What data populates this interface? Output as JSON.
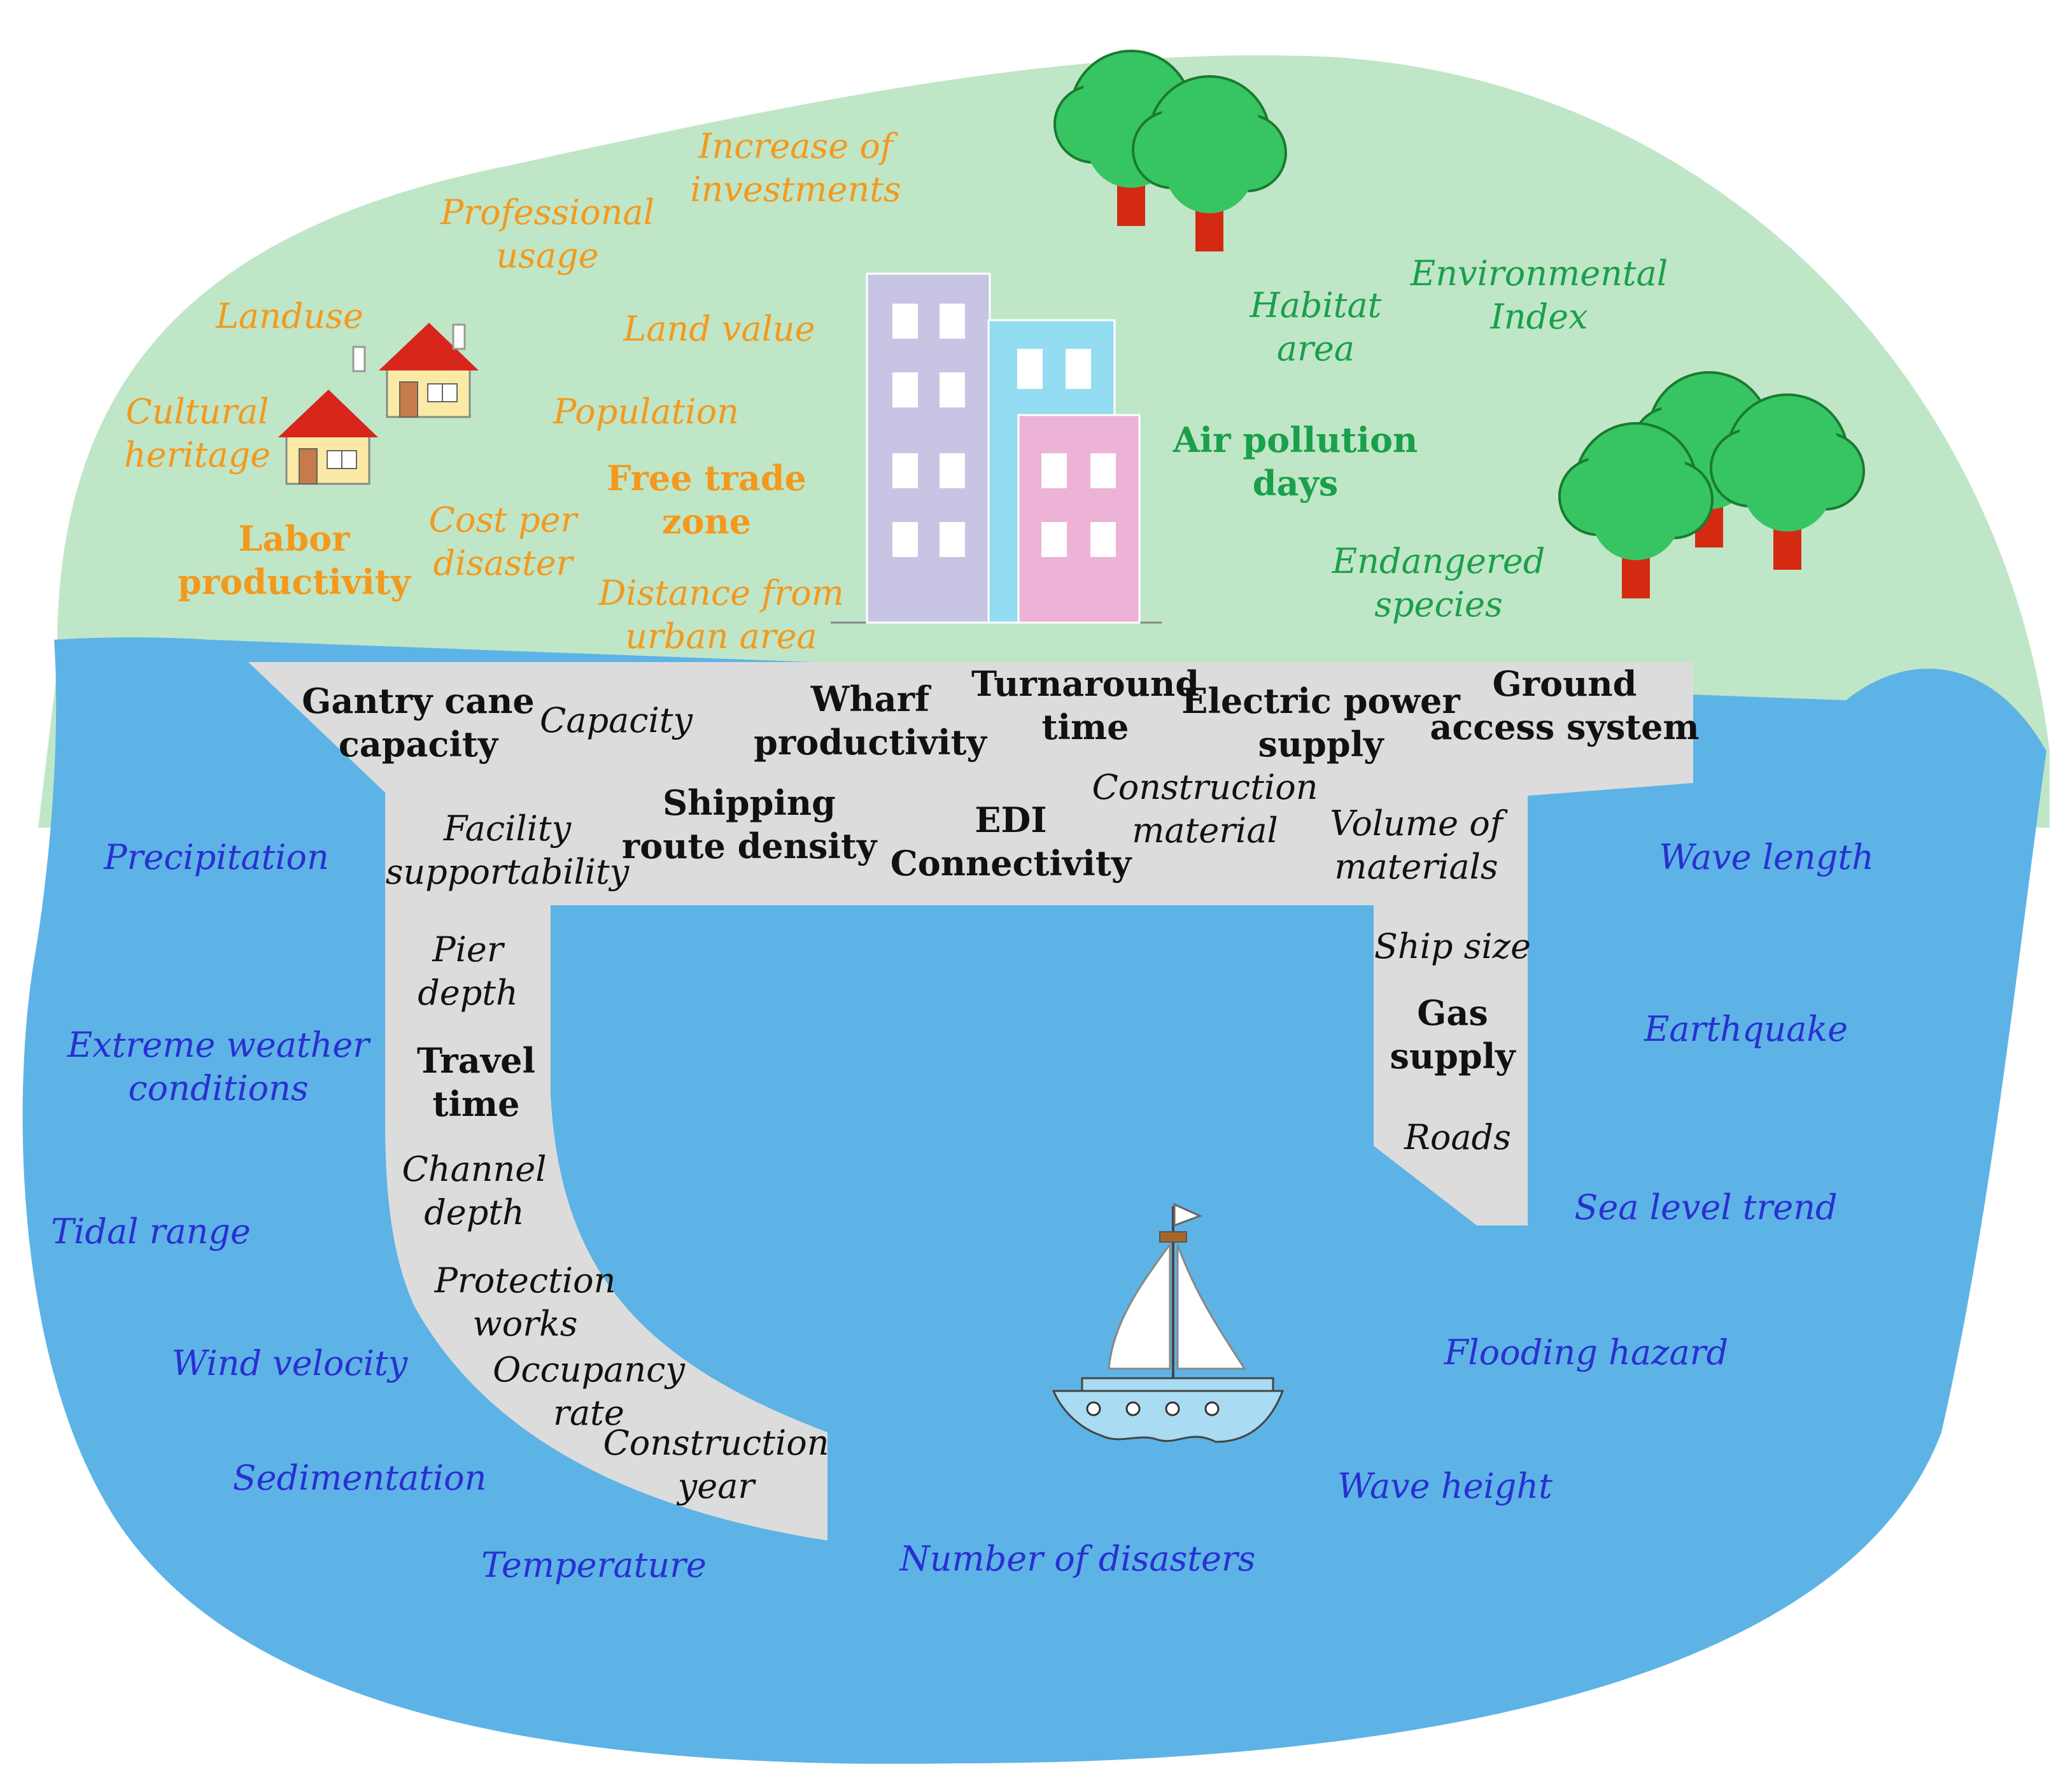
{
  "colors": {
    "land": "#c0e6c8",
    "water": "#5db3e6",
    "port": "#dcdcdc",
    "socioeconomic_text": "#f39a1e",
    "environmental_text": "#1aa04a",
    "port_text": "#111111",
    "hazard_text": "#2a2fd0"
  },
  "icons": [
    "house-icon",
    "tree-icon",
    "building-icon",
    "sailboat-icon"
  ],
  "labels": {
    "increase_of_investments": [
      "Increase of",
      "investments"
    ],
    "professional_usage": [
      "Professional",
      "usage"
    ],
    "landuse": [
      "Landuse"
    ],
    "land_value": [
      "Land value"
    ],
    "cultural_heritage": [
      "Cultural",
      "heritage"
    ],
    "population": [
      "Population"
    ],
    "free_trade_zone": [
      "Free trade",
      "zone"
    ],
    "labor_productivity": [
      "Labor",
      "productivity"
    ],
    "cost_per_disaster": [
      "Cost per",
      "disaster"
    ],
    "distance_from_urban_area": [
      "Distance from",
      "urban area"
    ],
    "habitat_area": [
      "Habitat",
      "area"
    ],
    "environmental_index": [
      "Environmental",
      "Index"
    ],
    "air_pollution_days": [
      "Air pollution",
      "days"
    ],
    "endangered_species": [
      "Endangered",
      "species"
    ],
    "gantry_cane_capacity": [
      "Gantry cane",
      "capacity"
    ],
    "capacity": [
      "Capacity"
    ],
    "wharf_productivity": [
      "Wharf",
      "productivity"
    ],
    "turnaround_time": [
      "Turnaround",
      "time"
    ],
    "electric_power_supply": [
      "Electric power",
      "supply"
    ],
    "ground_access_system": [
      "Ground",
      "access system"
    ],
    "facility_supportability": [
      "Facility",
      "supportability"
    ],
    "shipping_route_density": [
      "Shipping",
      "route density"
    ],
    "edi_connectivity": [
      "EDI",
      "Connectivity"
    ],
    "construction_material": [
      "Construction",
      "material"
    ],
    "volume_of_materials": [
      "Volume of",
      "materials"
    ],
    "pier_depth": [
      "Pier",
      "depth"
    ],
    "travel_time": [
      "Travel",
      "time"
    ],
    "channel_depth": [
      "Channel",
      "depth"
    ],
    "protection_works": [
      "Protection",
      "works"
    ],
    "occupancy_rate": [
      "Occupancy",
      "rate"
    ],
    "construction_year": [
      "Construction",
      "year"
    ],
    "ship_size": [
      "Ship size"
    ],
    "gas_supply": [
      "Gas",
      "supply"
    ],
    "roads": [
      "Roads"
    ],
    "precipitation": [
      "Precipitation"
    ],
    "extreme_weather_conditions": [
      "Extreme weather",
      "conditions"
    ],
    "tidal_range": [
      "Tidal range"
    ],
    "wind_velocity": [
      "Wind velocity"
    ],
    "sedimentation": [
      "Sedimentation"
    ],
    "temperature": [
      "Temperature"
    ],
    "number_of_disasters": [
      "Number of disasters"
    ],
    "wave_height": [
      "Wave height"
    ],
    "flooding_hazard": [
      "Flooding hazard"
    ],
    "sea_level_trend": [
      "Sea level trend"
    ],
    "earthquake": [
      "Earthquake"
    ],
    "wave_length": [
      "Wave length"
    ]
  }
}
